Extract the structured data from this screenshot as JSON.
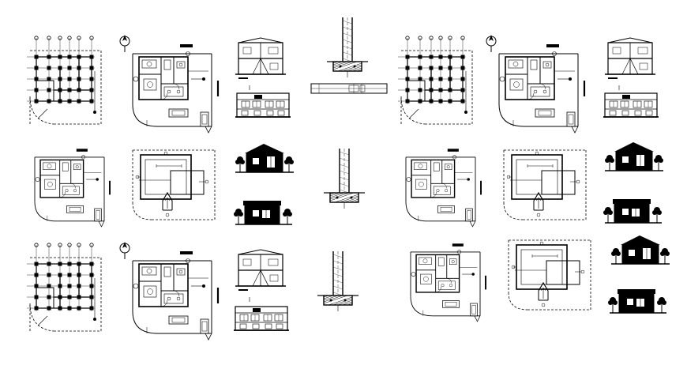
{
  "drawing": {
    "background": "#ffffff",
    "ink": "#000000",
    "panels": [
      {
        "kind": "foundation-plan"
      },
      {
        "kind": "floor-plan-furnished"
      },
      {
        "kind": "section"
      },
      {
        "kind": "wall-detail"
      },
      {
        "kind": "roof-plan"
      },
      {
        "kind": "elevation"
      }
    ]
  }
}
